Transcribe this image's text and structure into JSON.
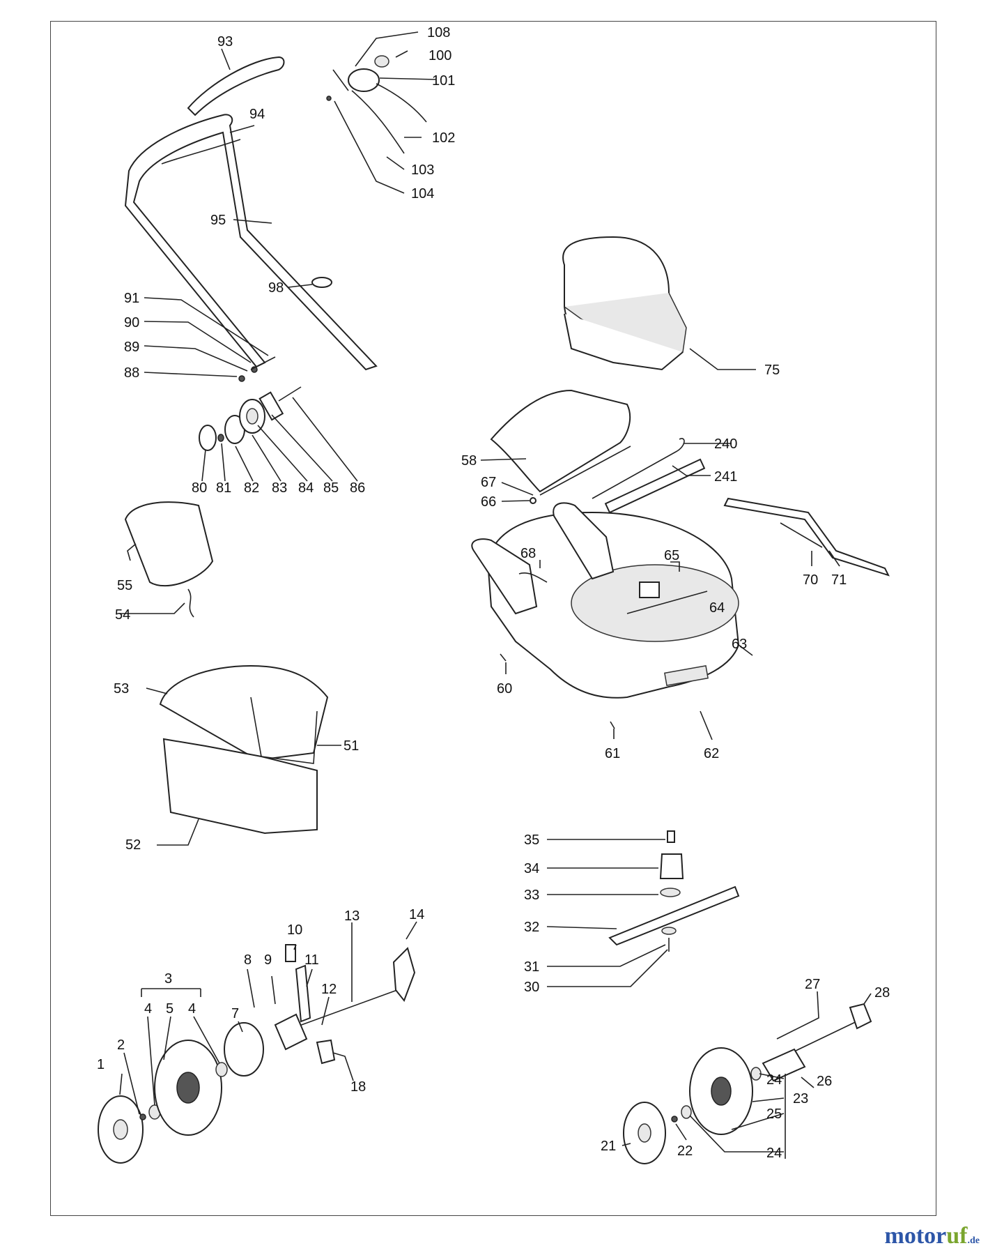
{
  "labels": [
    {
      "text": "93"
    },
    {
      "text": "108"
    },
    {
      "text": "100"
    },
    {
      "text": "101"
    },
    {
      "text": "94"
    },
    {
      "text": "102"
    },
    {
      "text": "103"
    },
    {
      "text": "104"
    },
    {
      "text": "95"
    },
    {
      "text": "98"
    },
    {
      "text": "91"
    },
    {
      "text": "90"
    },
    {
      "text": "89"
    },
    {
      "text": "88"
    },
    {
      "text": "80"
    },
    {
      "text": "81"
    },
    {
      "text": "82"
    },
    {
      "text": "83"
    },
    {
      "text": "84"
    },
    {
      "text": "85"
    },
    {
      "text": "86"
    },
    {
      "text": "75"
    },
    {
      "text": "240"
    },
    {
      "text": "58"
    },
    {
      "text": "241"
    },
    {
      "text": "67"
    },
    {
      "text": "66"
    },
    {
      "text": "55"
    },
    {
      "text": "54"
    },
    {
      "text": "68"
    },
    {
      "text": "65"
    },
    {
      "text": "64"
    },
    {
      "text": "63"
    },
    {
      "text": "70"
    },
    {
      "text": "71"
    },
    {
      "text": "60"
    },
    {
      "text": "61"
    },
    {
      "text": "62"
    },
    {
      "text": "53"
    },
    {
      "text": "51"
    },
    {
      "text": "52"
    },
    {
      "text": "35"
    },
    {
      "text": "34"
    },
    {
      "text": "33"
    },
    {
      "text": "32"
    },
    {
      "text": "31"
    },
    {
      "text": "30"
    },
    {
      "text": "13"
    },
    {
      "text": "14"
    },
    {
      "text": "10"
    },
    {
      "text": "8"
    },
    {
      "text": "9"
    },
    {
      "text": "11"
    },
    {
      "text": "3"
    },
    {
      "text": "12"
    },
    {
      "text": "4"
    },
    {
      "text": "5"
    },
    {
      "text": "4"
    },
    {
      "text": "7"
    },
    {
      "text": "2"
    },
    {
      "text": "1"
    },
    {
      "text": "18"
    },
    {
      "text": "27"
    },
    {
      "text": "28"
    },
    {
      "text": "26"
    },
    {
      "text": "24"
    },
    {
      "text": "23"
    },
    {
      "text": "25"
    },
    {
      "text": "21"
    },
    {
      "text": "22"
    },
    {
      "text": "24"
    }
  ],
  "brand": {
    "name_part1": "motor",
    "name_part2": "uf",
    "tld": ".de"
  }
}
